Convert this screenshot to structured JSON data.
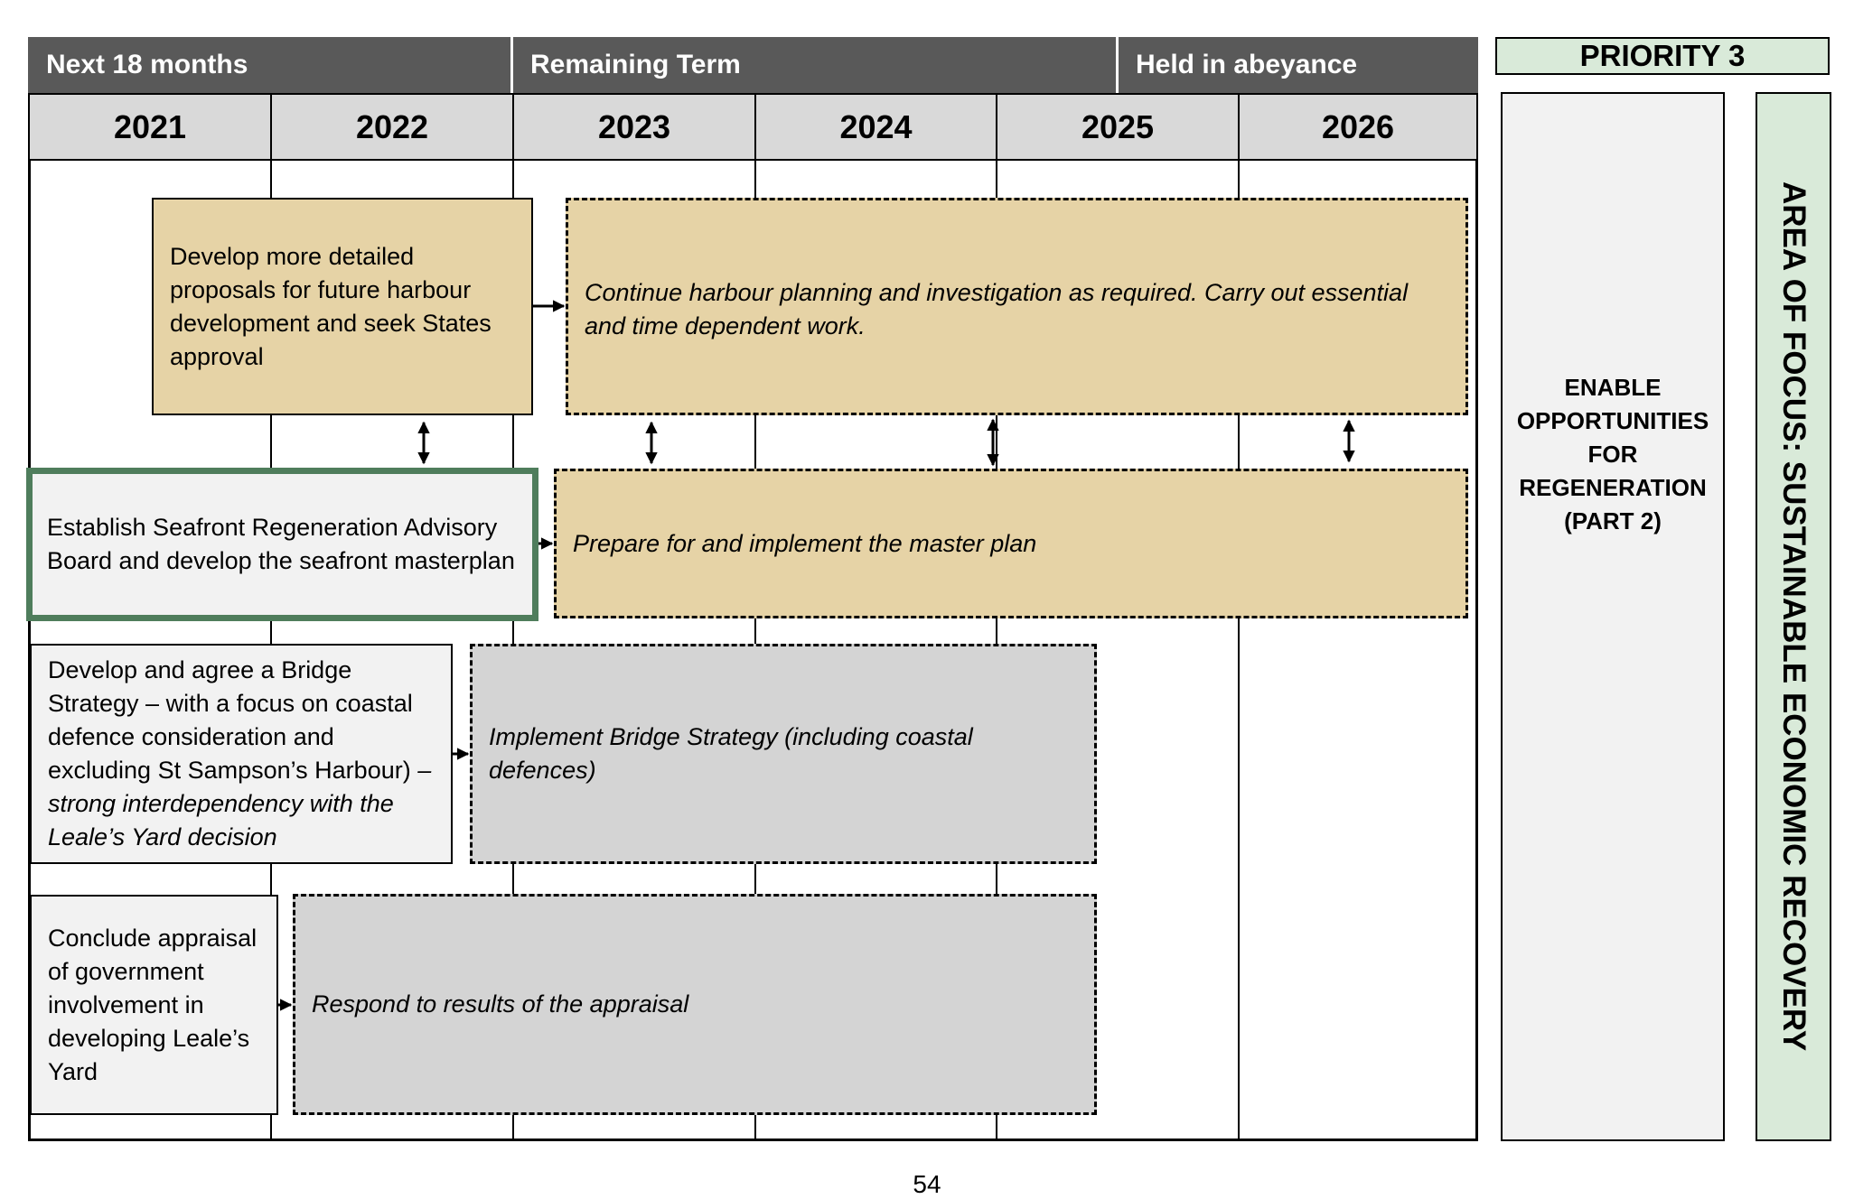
{
  "header": {
    "band_next": "Next 18 months",
    "band_remaining": "Remaining Term",
    "band_abeyance": "Held in abeyance",
    "years": [
      "2021",
      "2022",
      "2023",
      "2024",
      "2025",
      "2026"
    ]
  },
  "boxes": {
    "harbour_develop": "Develop more detailed proposals for future harbour development and seek States approval",
    "harbour_continue": "Continue harbour planning and investigation as required. Carry out essential and time dependent work.",
    "seafront_establish": "Establish Seafront Regeneration Advisory Board and develop the seafront masterplan",
    "seafront_implement": "Prepare for and implement the master plan",
    "bridge_develop_main": "Develop and agree a Bridge Strategy – with a focus on coastal defence consideration and excluding St Sampson’s Harbour) ",
    "bridge_develop_italic": "– strong interdependency with the Leale’s Yard decision",
    "bridge_implement": "Implement Bridge Strategy (including coastal defences)",
    "leales_conclude": "Conclude appraisal of government involvement in developing Leale’s Yard",
    "leales_respond": "Respond to results of the appraisal"
  },
  "side": {
    "priority": "PRIORITY 3",
    "enable": "ENABLE OPPORTUNITIES FOR REGENERATION (PART 2)",
    "focus": "AREA OF FOCUS: SUSTAINABLE ECONOMIC RECOVERY"
  },
  "page_number": "54"
}
